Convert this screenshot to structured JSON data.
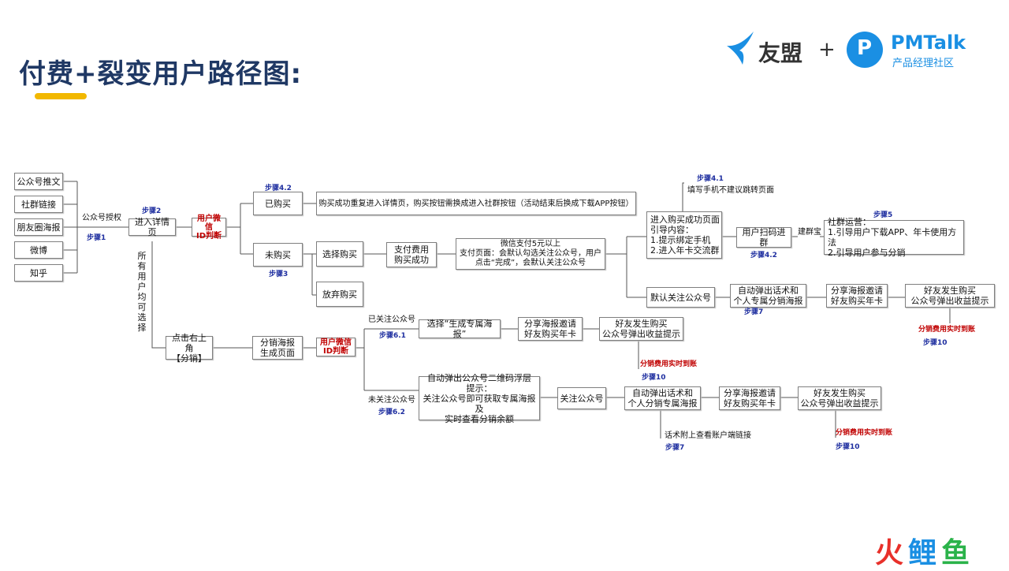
{
  "title": "付费+裂变用户路径图:",
  "logos": {
    "youmeng": "友盟",
    "plus": "+",
    "pmtalk": "PMTalk",
    "pmtalk_sub": "产品经理社区",
    "pm_icon_letter": "P"
  },
  "watermark": "火鲤鱼",
  "sources": [
    "公众号推文",
    "社群链接",
    "朋友圈海报",
    "微博",
    "知乎"
  ],
  "labels": {
    "auth": "公众号授权",
    "step1": "步骤1",
    "enter_detail": "进入详情页",
    "step2": "步骤2",
    "wechat_id1": "用户微信\nID判断",
    "step4_2a": "步骤4.2",
    "bought": "已购买",
    "bought_note": "购买成功重复进入详情页，购买按钮需换成进入社群按钮（活动结束后换成下载APP按钮）",
    "not_bought": "未购买",
    "step3": "步骤3",
    "choose_buy": "选择购买",
    "give_up": "放弃购买",
    "pay_success": "支付费用\n购买成功",
    "pay_note": "微信支付5元以上\n支付页面：会默认勾选关注公众号，用户点击“完成”，会默认关注公众号",
    "step4_1": "步骤4.1",
    "phone_note": "填写手机不建议跳转页面",
    "success_page": "进入购买成功页面\n引导内容：\n1.提示绑定手机\n2.进入年卡交流群",
    "scan_group": "用户扫码进群",
    "step4_2b": "步骤4.2",
    "build_group": "建群宝",
    "step5": "步骤5",
    "community": "社群运营：\n1.引导用户下载APP、年卡使用方法\n2.引导用户参与分销",
    "default_follow": "默认关注公众号",
    "auto_popup1": "自动弹出话术和\n个人专属分销海报",
    "step7a": "步骤7",
    "share1": "分享海报邀请\n好友购买年卡",
    "friend_buy1": "好友发生购买\n公众号弹出收益提示",
    "fee1": "分销费用实时到账",
    "step10a": "步骤10",
    "all_users": "所有用户均可选择",
    "top_right": "点击右上角\n【分销】",
    "poster_page": "分销海报\n生成页面",
    "wechat_id2": "用户微信\nID判断",
    "followed": "已关注公众号",
    "step6_1": "步骤6.1",
    "select_poster": "选择“生成专属海报”",
    "share2": "分享海报邀请\n好友购买年卡",
    "friend_buy2": "好友发生购买\n公众号弹出收益提示",
    "fee2": "分销费用实时到账",
    "step10b": "步骤10",
    "not_followed": "未关注公众号",
    "step6_2": "步骤6.2",
    "qr_popup": "自动弹出公众号二维码浮层\n提示：\n关注公众号即可获取专属海报及\n实时查看分销余额",
    "follow": "关注公众号",
    "auto_popup2": "自动弹出话术和\n个人分销专属海报",
    "script_note": "话术附上查看账户端链接",
    "step7b": "步骤7",
    "share3": "分享海报邀请\n好友购买年卡",
    "friend_buy3": "好友发生购买\n公众号弹出收益提示",
    "fee3": "分销费用实时到账",
    "step10c": "步骤10"
  },
  "colors": {
    "title": "#1f3864",
    "accent": "#f2b800",
    "step": "#1f2fa0",
    "alert": "#c00000",
    "pm_blue": "#1a8fe3"
  }
}
